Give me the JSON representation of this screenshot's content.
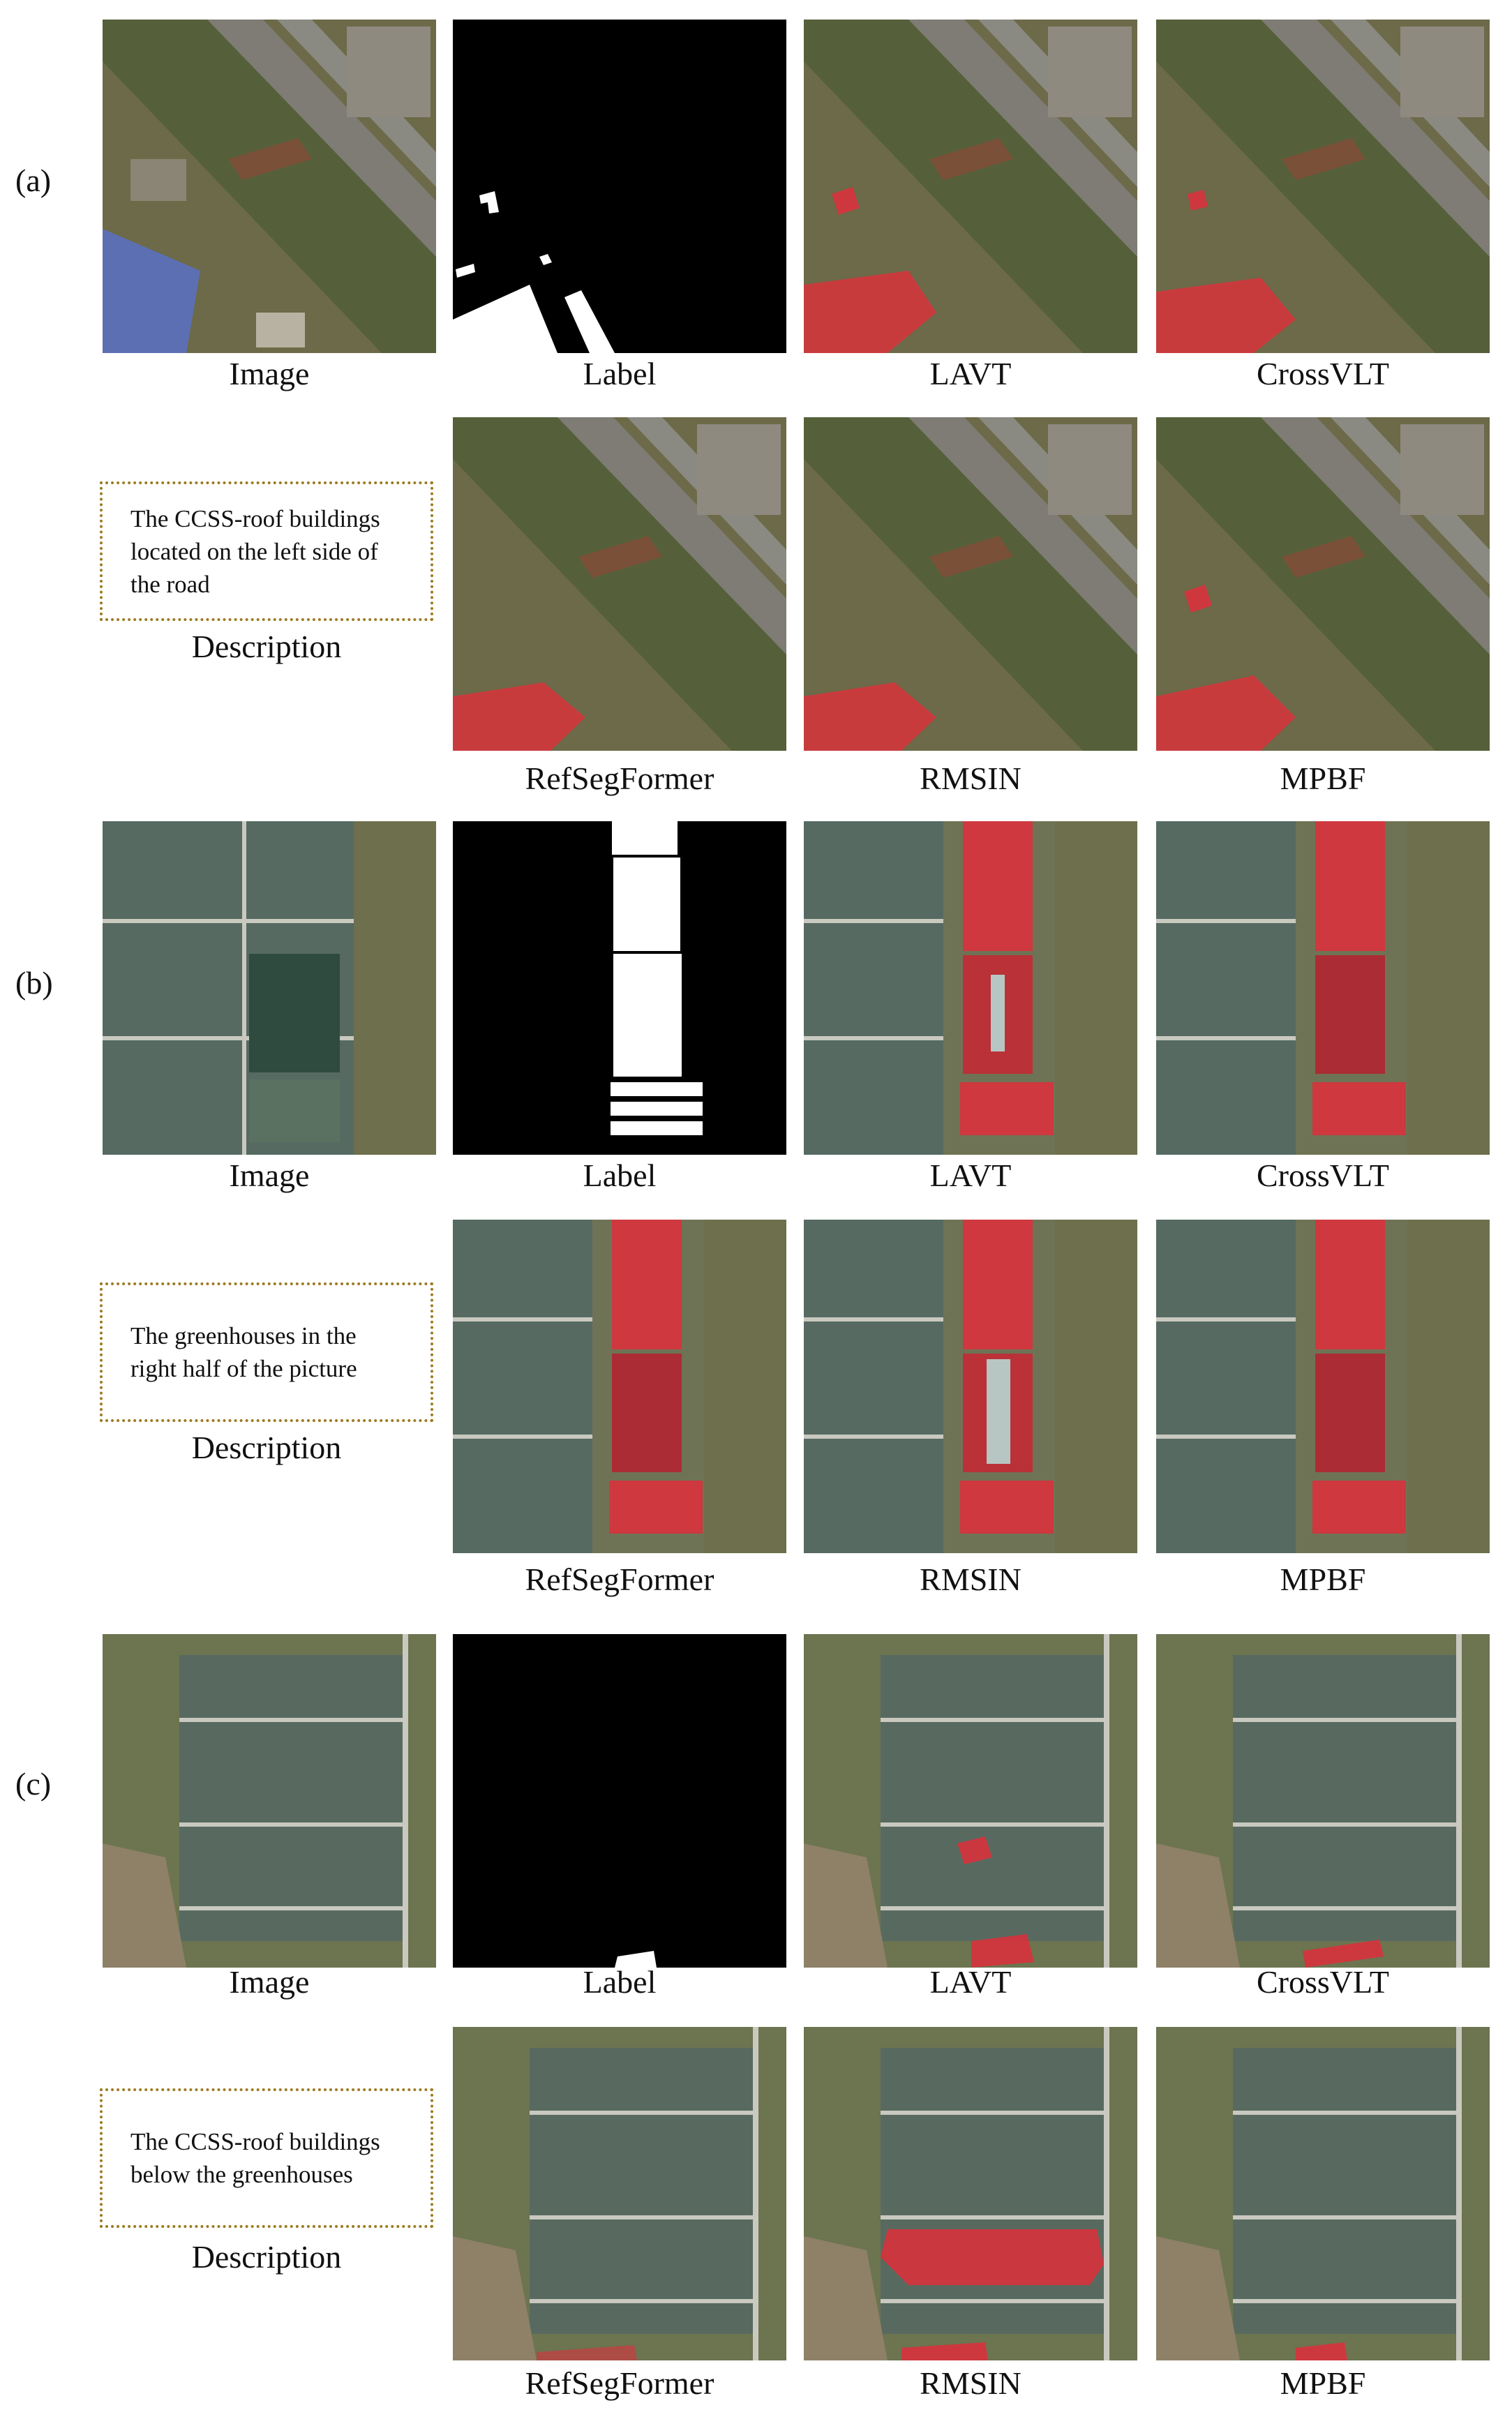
{
  "groups": [
    {
      "label": "(a)",
      "scene": "city",
      "row1": [
        "Image",
        "Label",
        "LAVT",
        "CrossVLT"
      ],
      "row2": [
        "RefSegFormer",
        "RMSIN",
        "MPBF"
      ],
      "description_caption": "Description",
      "description": "The CCSS-roof buildings located on the left side of the road"
    },
    {
      "label": "(b)",
      "scene": "greenhouse",
      "row1": [
        "Image",
        "Label",
        "LAVT",
        "CrossVLT"
      ],
      "row2": [
        "RefSegFormer",
        "RMSIN",
        "MPBF"
      ],
      "description_caption": "Description",
      "description": "The greenhouses in the right half of the picture"
    },
    {
      "label": "(c)",
      "scene": "greenhouse-field",
      "row1": [
        "Image",
        "Label",
        "LAVT",
        "CrossVLT"
      ],
      "row2": [
        "RefSegFormer",
        "RMSIN",
        "MPBF"
      ],
      "description_caption": "Description",
      "description": "The CCSS-roof buildings below the greenhouses"
    }
  ],
  "colors": {
    "mask_fg": "#ffffff",
    "mask_bg": "#000000",
    "prediction_overlay": "#d8323c",
    "description_border": "#9b7a1f"
  }
}
